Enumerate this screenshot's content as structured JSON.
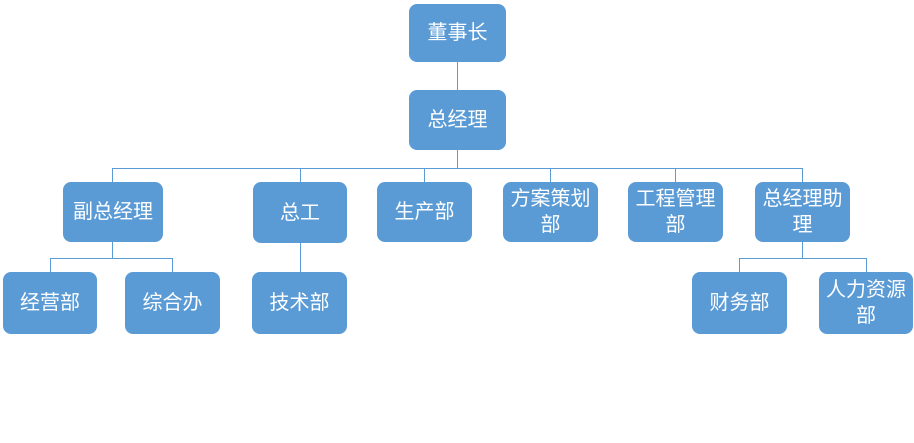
{
  "colors": {
    "node_fill": "#5B9BD5",
    "node_text": "#FFFFFF",
    "connector": "#5B9BD5",
    "background": "#FFFFFF"
  },
  "nodes": {
    "chairman": {
      "label": "董事长"
    },
    "general_manager": {
      "label": "总经理"
    },
    "deputy_gm": {
      "label": "副总经理"
    },
    "chief_engineer": {
      "label": "总工"
    },
    "production": {
      "label": "生产部"
    },
    "planning": {
      "label": "方案策划部"
    },
    "engineering": {
      "label": "工程管理部"
    },
    "gm_assistant": {
      "label": "总经理助理"
    },
    "business": {
      "label": "经营部"
    },
    "general_office": {
      "label": "综合办"
    },
    "technology": {
      "label": "技术部"
    },
    "finance": {
      "label": "财务部"
    },
    "human_resources": {
      "label": "人力资源部"
    }
  },
  "hierarchy": {
    "root": "董事长",
    "edges": [
      [
        "董事长",
        "总经理"
      ],
      [
        "总经理",
        "副总经理"
      ],
      [
        "总经理",
        "总工"
      ],
      [
        "总经理",
        "生产部"
      ],
      [
        "总经理",
        "方案策划部"
      ],
      [
        "总经理",
        "工程管理部"
      ],
      [
        "总经理",
        "总经理助理"
      ],
      [
        "副总经理",
        "经营部"
      ],
      [
        "副总经理",
        "综合办"
      ],
      [
        "总工",
        "技术部"
      ],
      [
        "总经理助理",
        "财务部"
      ],
      [
        "总经理助理",
        "人力资源部"
      ]
    ]
  }
}
